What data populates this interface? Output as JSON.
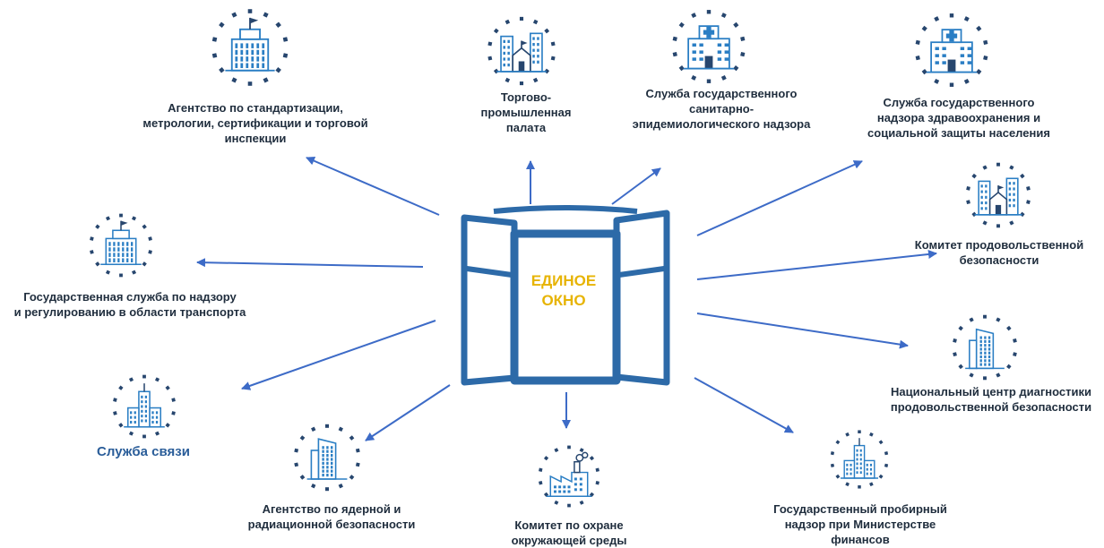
{
  "center": {
    "label": "ЕДИНОЕ\nОКНО"
  },
  "agencies": [
    {
      "id": "standards",
      "label": "Агентство по стандартизации,\nметрологии, сертификации и торговой\nинспекции",
      "icon": "flag-building-icon"
    },
    {
      "id": "chamber",
      "label": "Торгово-\nпромышленная\nпалата",
      "icon": "city-buildings-icon"
    },
    {
      "id": "sanitary",
      "label": "Служба государственного\nсанитарно-\nэпидемиологического надзора",
      "icon": "hospital-icon"
    },
    {
      "id": "health",
      "label": "Служба государственного\nнадзора здравоохранения и\nсоциальной защиты населения",
      "icon": "hospital-icon"
    },
    {
      "id": "food-committee",
      "label": "Комитет продовольственной\nбезопасности",
      "icon": "city-buildings-icon"
    },
    {
      "id": "food-center",
      "label": "Национальный центр диагностики\nпродовольственной безопасности",
      "icon": "skyscraper-icon"
    },
    {
      "id": "assay",
      "label": "Государственный пробирный\nнадзор при Министерстве\nфинансов",
      "icon": "tower-building-icon"
    },
    {
      "id": "environment",
      "label": "Комитет по охране\nокружающей среды",
      "icon": "factory-icon"
    },
    {
      "id": "nuclear",
      "label": "Агентство по ядерной и\nрадиационной безопасности",
      "icon": "skyscraper-icon"
    },
    {
      "id": "communications",
      "label": "Служба связи",
      "icon": "tower-building-icon"
    },
    {
      "id": "transport",
      "label": "Государственная служба по надзору\nи регулированию в области транспорта",
      "icon": "flag-building-icon"
    }
  ],
  "colors": {
    "window": "#2d6aa8",
    "arrow": "#3d6bc7",
    "accent": "#e7b404",
    "icon": "#2a7ec4",
    "dots": "#27466e"
  }
}
